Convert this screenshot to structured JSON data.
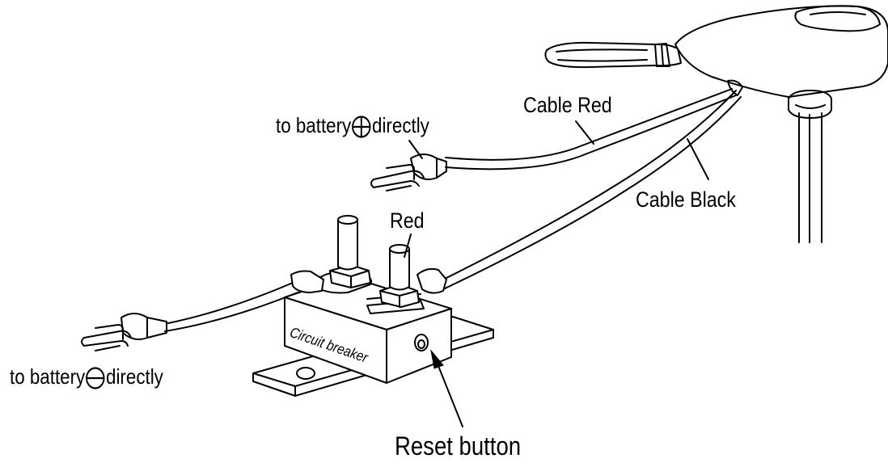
{
  "labels": {
    "positive_prefix": "to battery",
    "positive_suffix": "directly",
    "negative_prefix": "to battery",
    "negative_suffix": "directly",
    "cable_red": "Cable  Red",
    "cable_black": "Cable  Black",
    "red": "Red",
    "circuit_breaker": "Circuit breaker",
    "reset_button": "Reset button"
  },
  "symbols": {
    "positive": "plus-in-circle-icon",
    "negative": "minus-in-circle-icon"
  },
  "colors": {
    "line": "#000000",
    "background": "#ffffff"
  }
}
